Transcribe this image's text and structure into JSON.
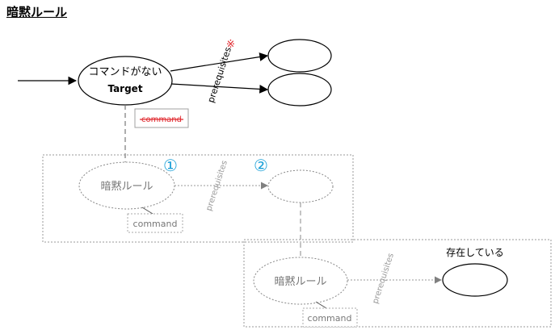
{
  "title": "暗黙ルール",
  "target_node": {
    "line1": "コマンドがない",
    "line2": "Target"
  },
  "asterisk_mark": "※",
  "prerequisites_label": "prerequisites",
  "command_label": "command",
  "circled_one": "①",
  "circled_two": "②",
  "implicit_rule_label": "暗黙ルール",
  "exists_label": "存在している",
  "colors": {
    "strike_red": "#e0282e",
    "circled_blue": "#1aa0d8",
    "faded_text": "#777777",
    "arrow_gray": "#808080"
  }
}
